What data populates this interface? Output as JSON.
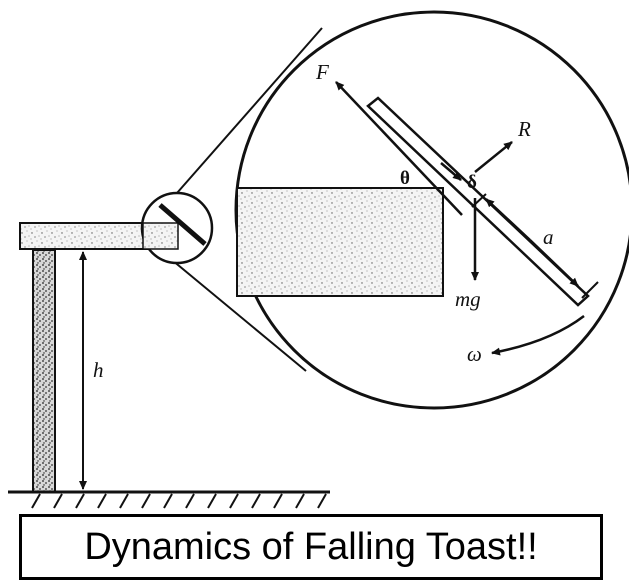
{
  "labels": {
    "force": "F",
    "reaction": "R",
    "angle": "θ",
    "overhang": "δ",
    "half_length": "a",
    "weight": "mg",
    "angular_velocity": "ω",
    "height": "h"
  },
  "caption": "Dynamics of Falling Toast!!"
}
